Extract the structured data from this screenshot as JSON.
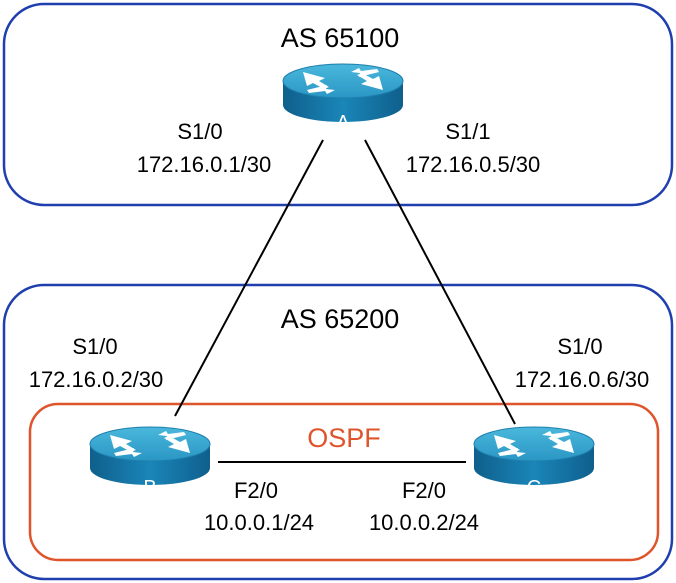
{
  "as_top": {
    "label": "AS 65100"
  },
  "as_bottom": {
    "label": "AS 65200"
  },
  "ospf": {
    "label": "OSPF"
  },
  "routers": {
    "a": {
      "label": "A"
    },
    "b": {
      "label": "B"
    },
    "c": {
      "label": "C"
    }
  },
  "interfaces": {
    "a_s10": {
      "name": "S1/0",
      "ip": "172.16.0.1/30"
    },
    "a_s11": {
      "name": "S1/1",
      "ip": "172.16.0.5/30"
    },
    "b_s10": {
      "name": "S1/0",
      "ip": "172.16.0.2/30"
    },
    "c_s10": {
      "name": "S1/0",
      "ip": "172.16.0.6/30"
    },
    "b_f20": {
      "name": "F2/0",
      "ip": "10.0.0.1/24"
    },
    "c_f20": {
      "name": "F2/0",
      "ip": "10.0.0.2/24"
    }
  },
  "colors": {
    "as_border": "#1f3fae",
    "ospf_border": "#e0542c",
    "ospf_text": "#e0542c",
    "router_top": "#2fa3cc",
    "router_side": "#1476a8",
    "link": "#000000"
  }
}
